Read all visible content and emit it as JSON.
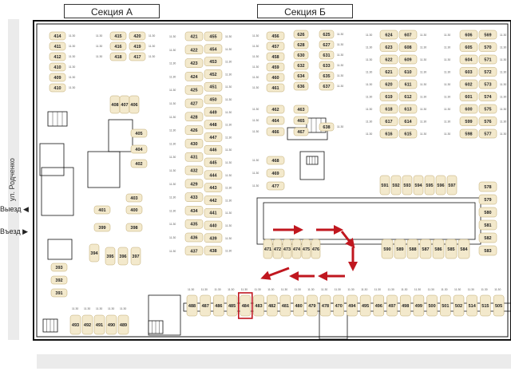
{
  "sections": {
    "a": "Секция А",
    "b": "Секция Б"
  },
  "street": "ул. Родченко",
  "exits": {
    "exit": "Выезд",
    "entry": "Въезд"
  },
  "colors": {
    "bay_fill": "#f3e9cc",
    "bay_stroke": "#bfa970",
    "highlight": "#c0171f",
    "arrow": "#c0171f",
    "wall": "#111111"
  },
  "highlighted_spot": "484",
  "spots": {
    "left_a": [
      "414",
      "411",
      "412",
      "410",
      "409",
      "410"
    ],
    "row_a1": [
      "415",
      "416",
      "418"
    ],
    "row_a2": [
      "420",
      "419",
      "417"
    ],
    "col_a3": [
      "421",
      "422",
      "423",
      "424",
      "425",
      "427",
      "428",
      "426",
      "430",
      "431",
      "432",
      "429",
      "433",
      "434",
      "435",
      "436",
      "437"
    ],
    "col_a4": [
      "455",
      "454",
      "453",
      "452",
      "451",
      "450",
      "449",
      "448",
      "447",
      "446",
      "445",
      "444",
      "443",
      "442",
      "441",
      "440",
      "439",
      "438"
    ],
    "mid_a": [
      "408",
      "407",
      "406",
      "405",
      "404",
      "402",
      "403",
      "401",
      "400",
      "399",
      "398",
      "394",
      "395",
      "396",
      "397",
      "393",
      "392",
      "391"
    ],
    "col_b1": [
      "456",
      "457",
      "458",
      "459",
      "460",
      "461",
      "462",
      "464",
      "466",
      "468",
      "469",
      "477"
    ],
    "col_b2": [
      "626",
      "628",
      "630",
      "632",
      "634",
      "636",
      "463",
      "465",
      "467"
    ],
    "col_b3": [
      "625",
      "627",
      "631",
      "633",
      "635",
      "637",
      "638"
    ],
    "col_b4": [
      "624",
      "623",
      "622",
      "621",
      "620",
      "619",
      "618",
      "617",
      "616"
    ],
    "col_b5": [
      "607",
      "608",
      "609",
      "610",
      "611",
      "612",
      "613",
      "614",
      "615"
    ],
    "col_b6": [
      "606",
      "605",
      "604",
      "603",
      "602",
      "601",
      "600",
      "599",
      "598"
    ],
    "col_b7": [
      "569",
      "570",
      "571",
      "572",
      "573",
      "574",
      "575",
      "576",
      "577"
    ],
    "row_b1": [
      "591",
      "592",
      "593",
      "594",
      "595",
      "596",
      "597"
    ],
    "col_b8": [
      "578",
      "579",
      "580",
      "581",
      "582",
      "583"
    ],
    "row_b2": [
      "471",
      "472",
      "473",
      "474",
      "475",
      "476"
    ],
    "row_b3": [
      "590",
      "589",
      "588",
      "587",
      "586",
      "585",
      "584"
    ],
    "bottom": [
      "488",
      "487",
      "486",
      "485",
      "484",
      "483",
      "482",
      "481",
      "480",
      "479",
      "478",
      "470",
      "494",
      "495",
      "496",
      "497",
      "498",
      "499",
      "500",
      "501",
      "502",
      "514",
      "515",
      "505"
    ],
    "bottom_l": [
      "493",
      "492",
      "491",
      "490",
      "489"
    ]
  },
  "price_text": "11.30"
}
